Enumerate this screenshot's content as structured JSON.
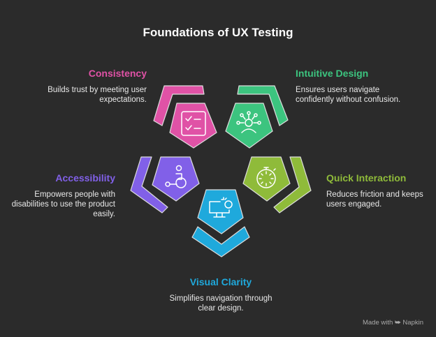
{
  "title": "Foundations of UX Testing",
  "items": [
    {
      "label": "Consistency",
      "description": "Builds trust by meeting user expectations.",
      "color": "#e052a6",
      "icon": "checklist-icon"
    },
    {
      "label": "Intuitive Design",
      "description": "Ensures users navigate confidently without confusion.",
      "color": "#3cc47f",
      "icon": "user-ideas-icon"
    },
    {
      "label": "Accessibility",
      "description": "Empowers people with disabilities to use the product easily.",
      "color": "#8160e8",
      "icon": "wheelchair-icon"
    },
    {
      "label": "Quick Interaction",
      "description": "Reduces friction and keeps users engaged.",
      "color": "#8fbb3a",
      "icon": "stopwatch-icon"
    },
    {
      "label": "Visual Clarity",
      "description": "Simplifies navigation through clear design.",
      "color": "#1fa9dc",
      "icon": "monitor-icon"
    }
  ],
  "footer": {
    "made_with": "Made with",
    "brand": "Napkin"
  }
}
